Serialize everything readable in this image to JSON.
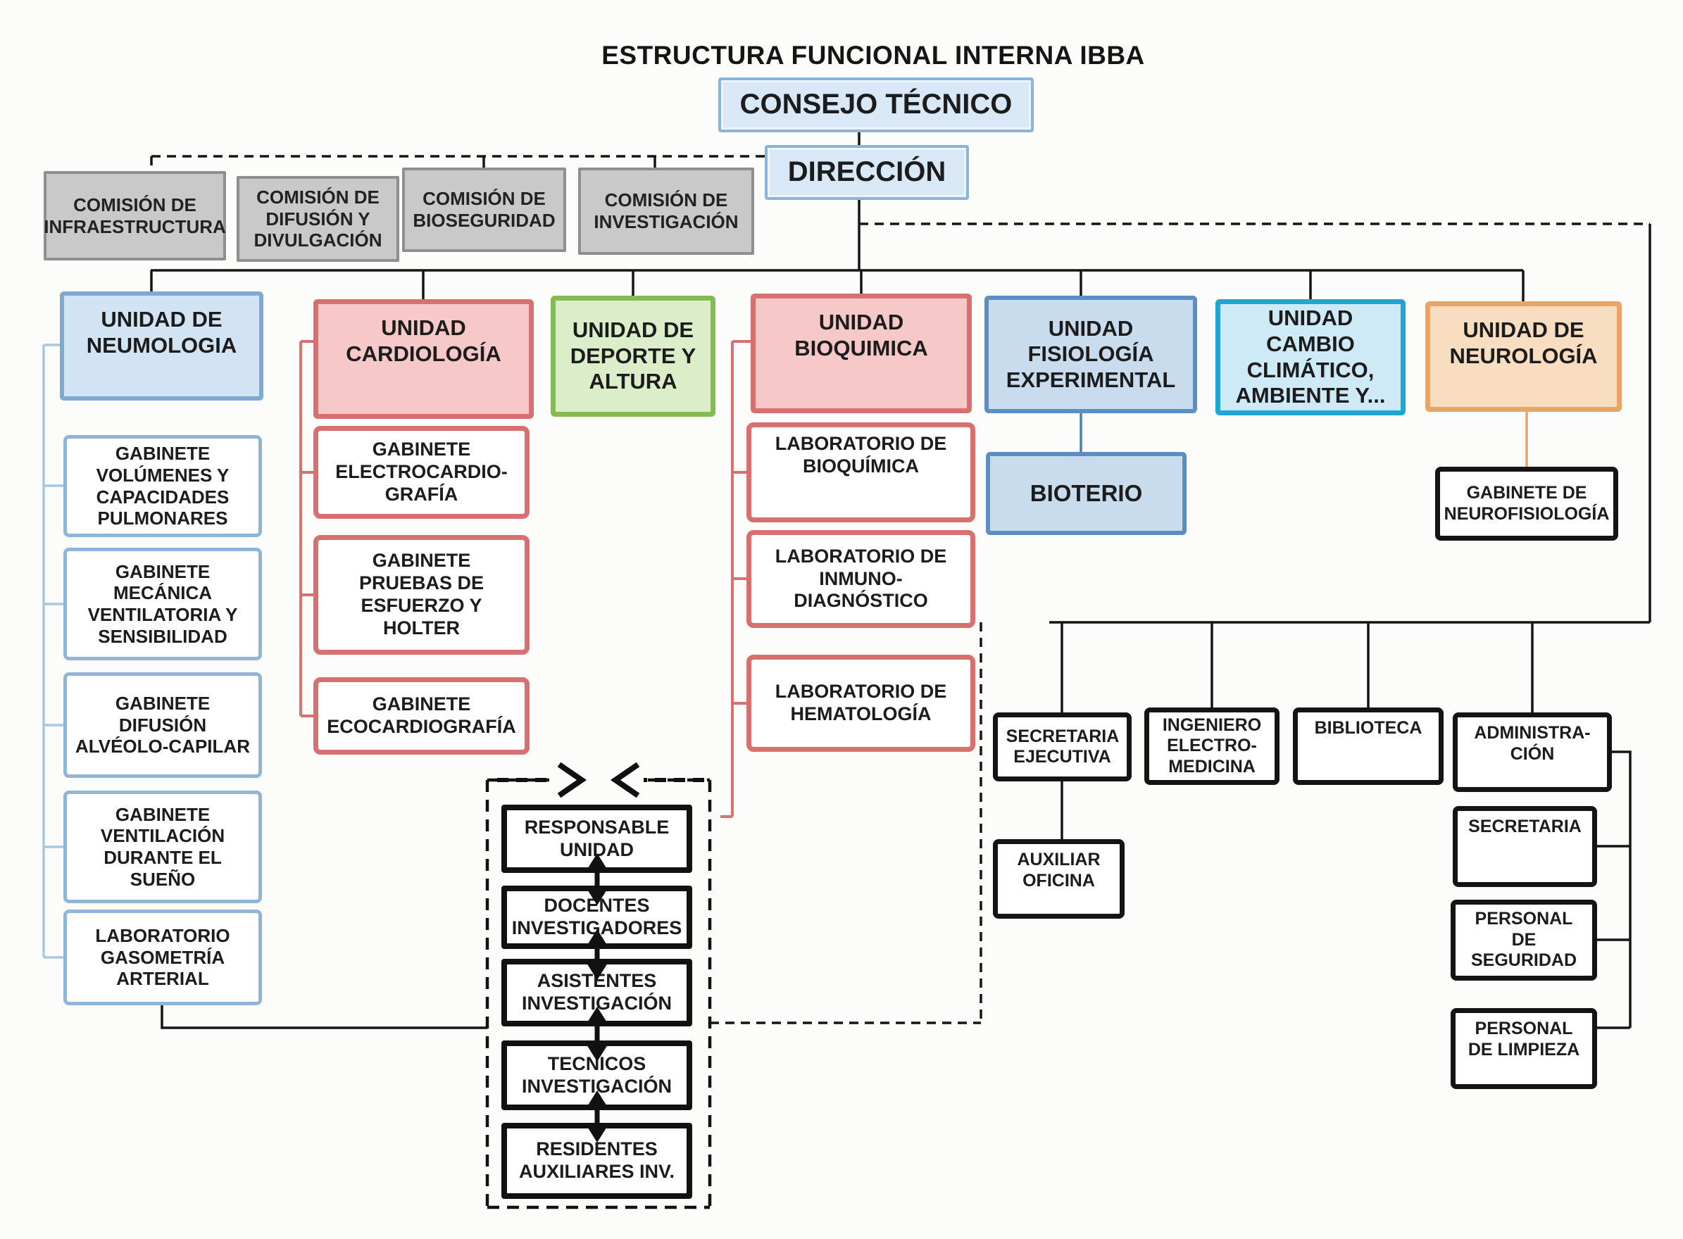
{
  "title": "ESTRUCTURA FUNCIONAL INTERNA IBBA",
  "top": {
    "consejo": "CONSEJO TÉCNICO",
    "direccion": "DIRECCIÓN"
  },
  "comisiones": [
    "COMISIÓN DE INFRAESTRUCTURA",
    "COMISIÓN DE DIFUSIÓN Y DIVULGACIÓN",
    "COMISIÓN DE BIOSEGURIDAD",
    "COMISIÓN DE INVESTIGACIÓN"
  ],
  "unidades": {
    "neumologia": {
      "label": "UNIDAD DE NEUMOLOGIA",
      "children": [
        "GABINETE VOLÚMENES Y CAPACIDADES PULMONARES",
        "GABINETE MECÁNICA VENTILATORIA Y SENSIBILIDAD",
        "GABINETE DIFUSIÓN ALVÉOLO-CAPILAR",
        "GABINETE VENTILACIÓN DURANTE EL SUEÑO",
        "LABORATORIO GASOMETRÍA ARTERIAL"
      ]
    },
    "cardiologia": {
      "label": "UNIDAD CARDIOLOGÍA",
      "children": [
        "GABINETE ELECTROCARDIO-GRAFÍA",
        "GABINETE PRUEBAS DE ESFUERZO Y HOLTER",
        "GABINETE ECOCARDIOGRAFÍA"
      ]
    },
    "deporte": {
      "label": "UNIDAD DE DEPORTE Y ALTURA"
    },
    "bioquimica": {
      "label": "UNIDAD BIOQUIMICA",
      "children": [
        "LABORATORIO DE BIOQUÍMICA",
        "LABORATORIO DE INMUNO-DIAGNÓSTICO",
        "LABORATORIO DE HEMATOLOGÍA"
      ]
    },
    "fisiologia": {
      "label": "UNIDAD FISIOLOGÍA EXPERIMENTAL",
      "children": [
        "BIOTERIO"
      ]
    },
    "cambio": {
      "label": "UNIDAD CAMBIO CLIMÁTICO, AMBIENTE Y..."
    },
    "neurologia": {
      "label": "UNIDAD DE NEUROLOGÍA",
      "children": [
        "GABINETE DE NEUROFISIOLOGÍA"
      ]
    }
  },
  "administrativos": {
    "fila": [
      "SECRETARIA EJECUTIVA",
      "INGENIERO ELECTRO-MEDICINA",
      "BIBLIOTECA",
      "ADMINISTRA-CIÓN"
    ],
    "auxiliar": "AUXILIAR OFICINA",
    "admin_children": [
      "SECRETARIA",
      "PERSONAL DE SEGURIDAD",
      "PERSONAL DE LIMPIEZA"
    ]
  },
  "equipo_unidad": [
    "RESPONSABLE UNIDAD",
    "DOCENTES INVESTIGADORES",
    "ASISTENTES INVESTIGACIÓN",
    "TECNICOS INVESTIGACIÓN",
    "RESIDENTES AUXILIARES INV."
  ],
  "colors": {
    "light_blue_fill": "#d9e8f6",
    "gray_fill": "#c9c9c9",
    "blue_unit": "#7fa9d0",
    "red_unit": "#d97070",
    "green_unit": "#84bb55",
    "dark_blue_unit": "#5d8ec2",
    "cyan_unit": "#22a5d3",
    "orange_unit": "#e9a468",
    "black": "#141414"
  }
}
